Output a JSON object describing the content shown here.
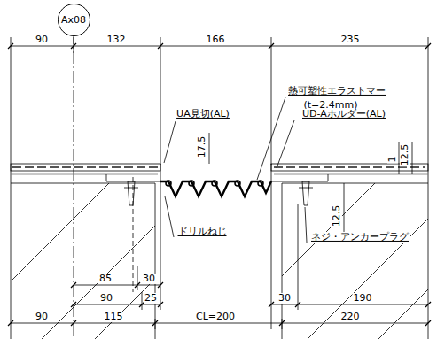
{
  "diagram": {
    "nodes": [
      {
        "text": [
          "Ax08"
        ]
      }
    ],
    "labels": [
      "90",
      "132",
      "166",
      "235",
      "熱可塑性エラストマー",
      "(t=2.4mm)",
      "UA見切(AL)",
      "UD-Aホルダー(AL)",
      "17.5",
      "1",
      "12.5",
      "12.5",
      "ドリルねじ",
      "ネジ・アンカープラグ",
      "85",
      "30",
      "90",
      "25",
      "30",
      "190",
      "90",
      "115",
      "CL=200",
      "220"
    ]
  }
}
